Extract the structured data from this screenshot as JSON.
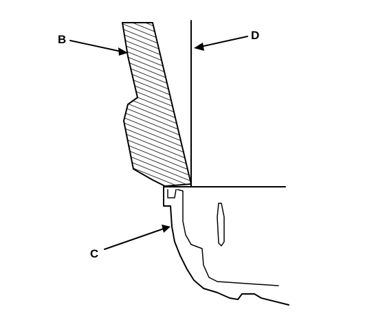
{
  "labels": {
    "b": "B",
    "c": "C",
    "d": "D"
  },
  "colors": {
    "ink": "#000000",
    "background": "#ffffff"
  }
}
